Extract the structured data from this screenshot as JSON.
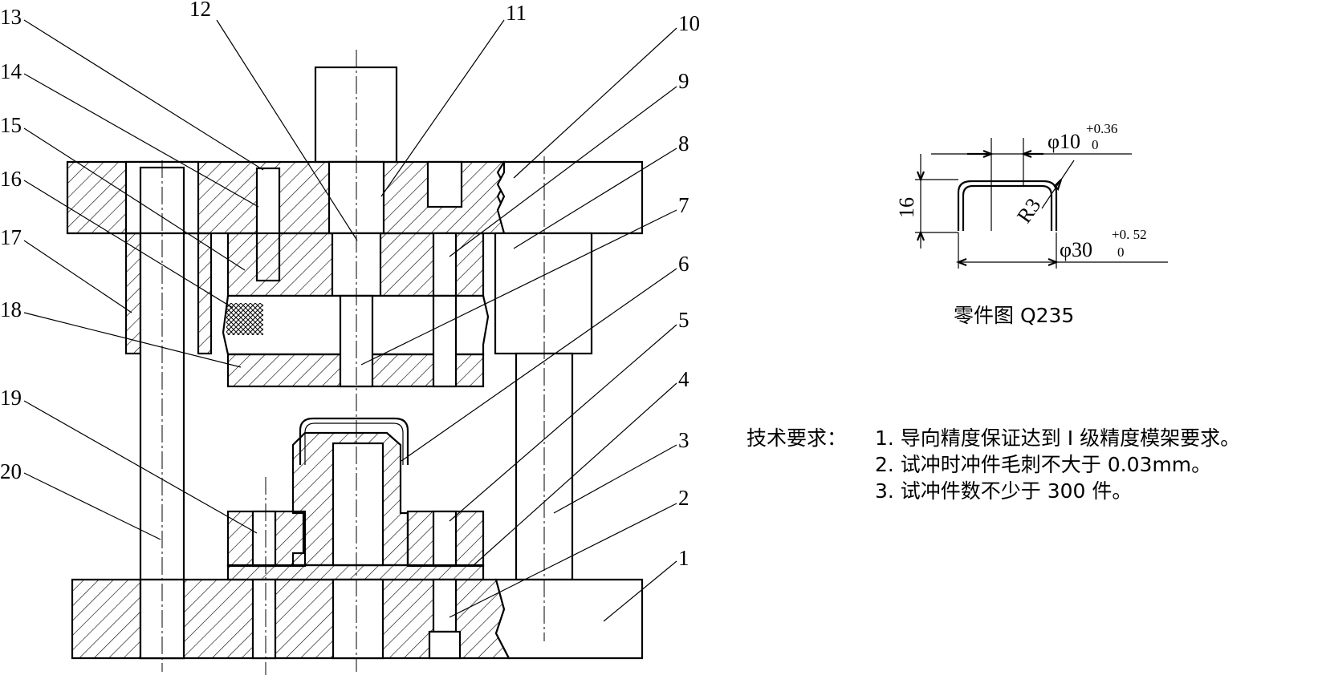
{
  "part_numbers": [
    "1",
    "2",
    "3",
    "4",
    "5",
    "6",
    "7",
    "8",
    "9",
    "10",
    "11",
    "12",
    "13",
    "14",
    "15",
    "16",
    "17",
    "18",
    "19",
    "20"
  ],
  "part_drawing": {
    "dim_hole": "φ10",
    "dim_hole_upper": "+0.36",
    "dim_hole_lower": "0",
    "dim_radius": "R3",
    "dim_height": "16",
    "dim_outer": "φ30",
    "dim_outer_upper": "+0. 52",
    "dim_outer_lower": "0",
    "caption": "零件图 Q235"
  },
  "tech_requirements": {
    "heading": "技术要求：",
    "items": [
      "1. 导向精度保证达到 I 级精度模架要求。",
      "2. 试冲时冲件毛刺不大于 0.03mm。",
      "3. 试冲件数不少于 300 件。"
    ]
  }
}
